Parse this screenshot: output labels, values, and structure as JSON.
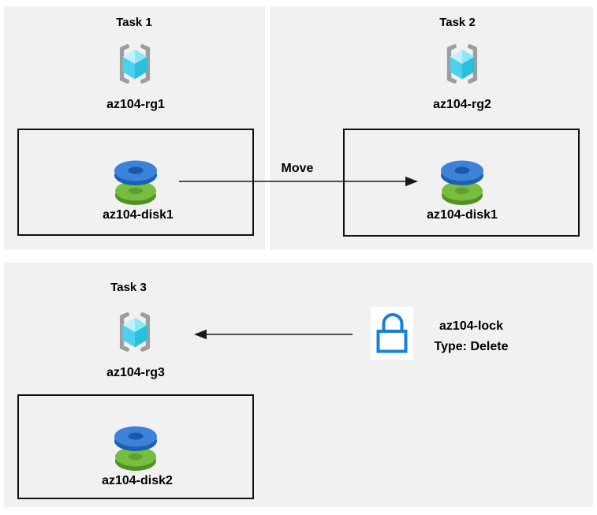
{
  "colors": {
    "background": "#ffffff",
    "panel_fill": "#f1f1f1",
    "box_border": "#111111",
    "arrow": "#1a1a1a",
    "text": "#000000",
    "bracket_gray": "#9d9d9d",
    "cube_top_left": "#c2f1fb",
    "cube_top_right": "#8ae7f6",
    "cube_face_left": "#4bd1ee",
    "cube_face_right": "#28c0df",
    "disk_blue": "#3b82d8",
    "disk_blue_dark": "#1d5fb0",
    "disk_blue_hole": "#1b57a8",
    "disk_green": "#77bd3f",
    "disk_green_dark": "#4f9122",
    "disk_green_hole": "#619f2e",
    "lock_blue": "#1581dd",
    "lock_bg": "#ffffff"
  },
  "tasks": {
    "task1": {
      "title": "Task 1",
      "resource_group": "az104-rg1",
      "disk": "az104-disk1"
    },
    "task2": {
      "title": "Task 2",
      "resource_group": "az104-rg2",
      "disk": "az104-disk1"
    },
    "task3": {
      "title": "Task 3",
      "resource_group": "az104-rg3",
      "disk": "az104-disk2"
    }
  },
  "arrows": {
    "move_label": "Move"
  },
  "lock": {
    "name": "az104-lock",
    "type": "Type: Delete"
  },
  "icons": {
    "resource_group": "resource-group-icon",
    "disk": "managed-disk-icon",
    "lock": "lock-icon",
    "move_arrow": "arrow-right-icon",
    "lock_arrow": "arrow-left-icon"
  }
}
